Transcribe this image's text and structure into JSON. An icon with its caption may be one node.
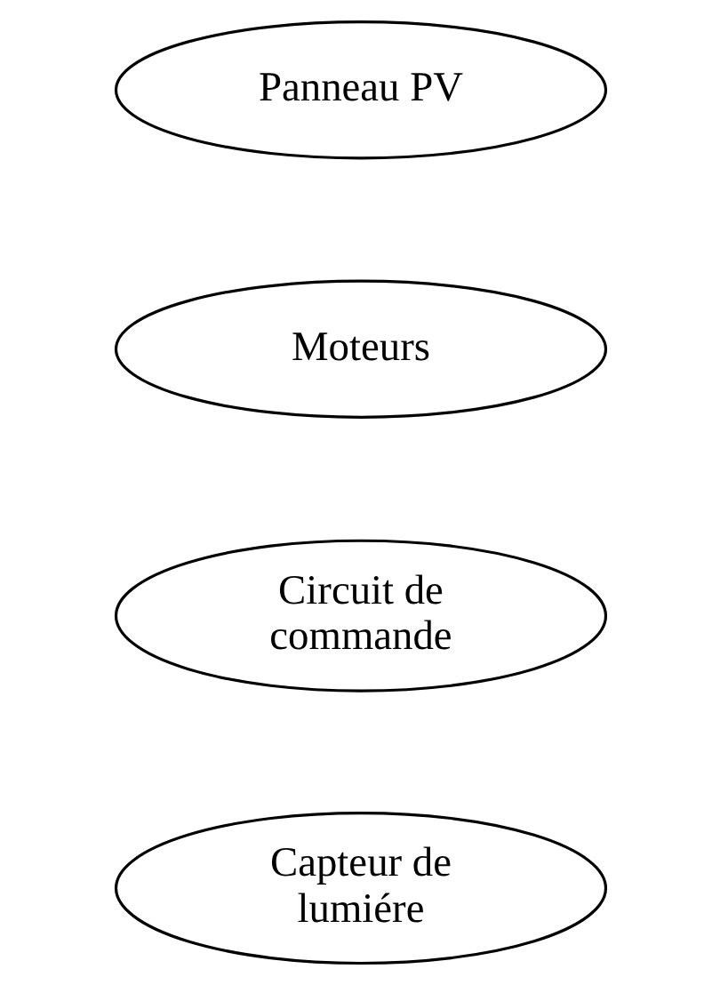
{
  "diagram": {
    "nodes": [
      {
        "text": [
          "Capteur de lumiére"
        ]
      },
      {
        "text": [
          "Circuit de commande"
        ]
      },
      {
        "text": [
          "Moteurs"
        ]
      },
      {
        "text": [
          "Panneau PV"
        ]
      }
    ]
  }
}
